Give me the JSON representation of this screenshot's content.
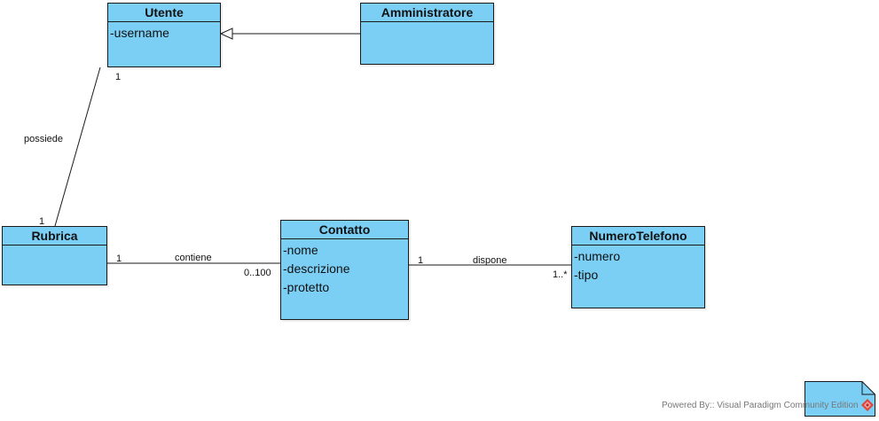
{
  "diagram": {
    "classes": [
      {
        "name": "Utente",
        "attributes": [
          "-username"
        ]
      },
      {
        "name": "Amministratore",
        "attributes": []
      },
      {
        "name": "Rubrica",
        "attributes": []
      },
      {
        "name": "Contatto",
        "attributes": [
          "-nome",
          "-descrizione",
          "-protetto"
        ]
      },
      {
        "name": "NumeroTelefono",
        "attributes": [
          "-numero",
          "-tipo"
        ]
      }
    ],
    "relations": {
      "generalization": {
        "from": "Amministratore",
        "to": "Utente"
      },
      "possiede": {
        "name": "possiede",
        "from": "Utente",
        "to": "Rubrica",
        "mult_from": "1",
        "mult_to": "1"
      },
      "contiene": {
        "name": "contiene",
        "from": "Rubrica",
        "to": "Contatto",
        "mult_from": "1",
        "mult_to": "0..100"
      },
      "dispone": {
        "name": "dispone",
        "from": "Contatto",
        "to": "NumeroTelefono",
        "mult_from": "1",
        "mult_to": "1..*"
      }
    }
  },
  "footer": {
    "powered_by": "Powered By:: Visual Paradigm Community Edition"
  },
  "colors": {
    "class_fill": "#7bcff5",
    "stroke": "#1a1a1a",
    "logo": "#e0463a"
  }
}
